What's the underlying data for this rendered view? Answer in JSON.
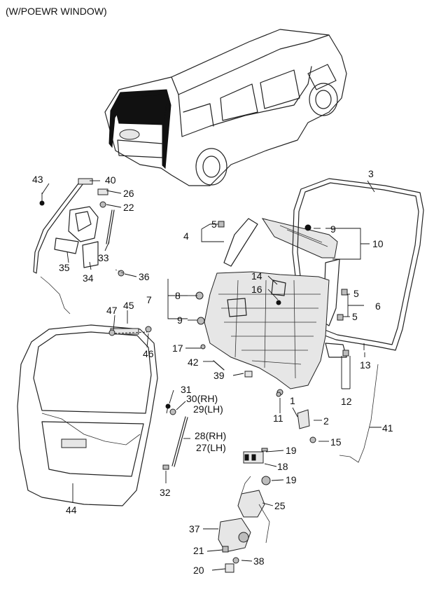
{
  "header": {
    "note": "(W/POEWR WINDOW)"
  },
  "callouts": {
    "c1": "1",
    "c2": "2",
    "c3": "3",
    "c4": "4",
    "c5a": "5",
    "c5b": "5",
    "c5c": "5",
    "c6": "6",
    "c7": "7",
    "c8": "8",
    "c9a": "9",
    "c9b": "9",
    "c10": "10",
    "c11": "11",
    "c12": "12",
    "c13": "13",
    "c14": "14",
    "c15": "15",
    "c16": "16",
    "c17": "17",
    "c18": "18",
    "c19a": "19",
    "c19b": "19",
    "c20": "20",
    "c21": "21",
    "c22": "22",
    "c25": "25",
    "c26": "26",
    "c27": "27",
    "c27_side": "(LH)",
    "c28": "28",
    "c28_side": "(RH)",
    "c29": "29",
    "c29_side": "(LH)",
    "c30": "30",
    "c30_side": "(RH)",
    "c31": "31",
    "c32": "32",
    "c33": "33",
    "c34": "34",
    "c35": "35",
    "c36": "36",
    "c37": "37",
    "c38": "38",
    "c39": "39",
    "c40": "40",
    "c41": "41",
    "c42": "42",
    "c43": "43",
    "c44": "44",
    "c45": "45",
    "c46": "46",
    "c47": "47"
  }
}
